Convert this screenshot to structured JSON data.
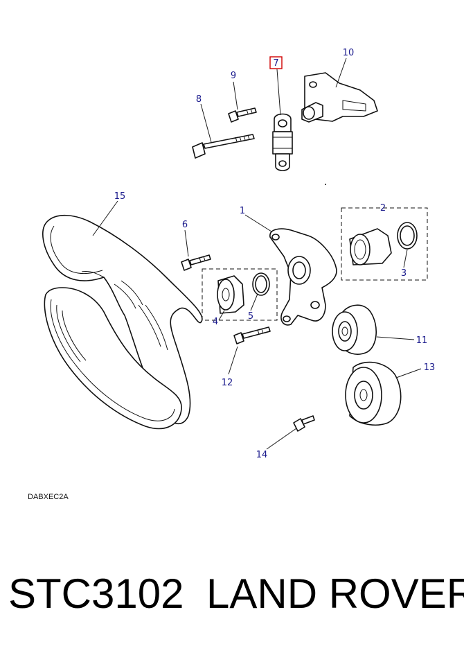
{
  "diagram": {
    "code": "DABXEC2A",
    "highlighted_callout": "7",
    "highlight_color": "#d00000",
    "callout_color": "#1a1a8c",
    "callouts": [
      "1",
      "2",
      "3",
      "4",
      "5",
      "6",
      "7",
      "8",
      "9",
      "10",
      "11",
      "12",
      "13",
      "14",
      "15"
    ]
  },
  "caption": {
    "part_number": "STC3102",
    "brand": "LAND ROVER"
  }
}
